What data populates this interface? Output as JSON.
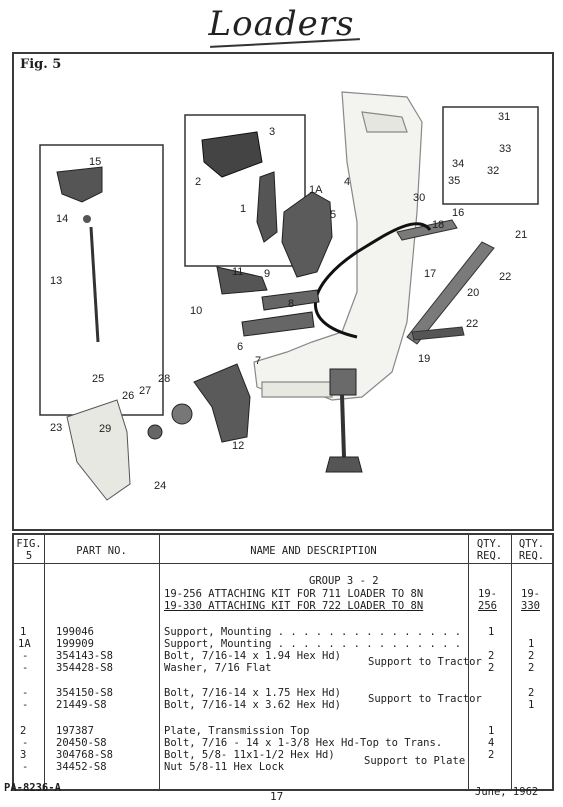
{
  "page": {
    "title": "Loaders",
    "fig_label": "Fig. 5",
    "footer_left": "PA-8236-A",
    "footer_center": "17",
    "footer_right": "June, 1962"
  },
  "diagram": {
    "callouts": [
      "1",
      "1A",
      "2",
      "3",
      "4",
      "5",
      "6",
      "7",
      "8",
      "9",
      "10",
      "11",
      "12",
      "13",
      "14",
      "15",
      "16",
      "17",
      "18",
      "19",
      "20",
      "21",
      "22",
      "22",
      "23",
      "24",
      "25",
      "26",
      "27",
      "28",
      "29",
      "30",
      "31",
      "32",
      "33",
      "34",
      "35"
    ]
  },
  "table": {
    "headers": {
      "fig": "FIG.",
      "fig_num": "5",
      "part_no": "PART NO.",
      "name": "NAME AND DESCRIPTION",
      "qty1": "QTY.",
      "qty1b": "REQ.",
      "qty2": "QTY.",
      "qty2b": "REQ."
    },
    "group_title": "GROUP 3 - 2",
    "kits": [
      {
        "text": "19-256 ATTACHING KIT FOR 711 LOADER TO 8N",
        "q1": "19-",
        "q2": ""
      },
      {
        "text": "19-330 ATTACHING KIT FOR 722 LOADER TO 8N",
        "q1": "256",
        "q2": "19-"
      }
    ],
    "kit_q2b": "330",
    "rows": [
      {
        "fig": "1",
        "part": "199046",
        "desc": "Support, Mounting . . . . . . . . . . . . . . .",
        "q1": "1",
        "q2": ""
      },
      {
        "fig": "1A",
        "part": "199909",
        "desc": "Support, Mounting . . . . . . . . . . . . . . .",
        "q1": "",
        "q2": "1"
      },
      {
        "fig": "-",
        "part": "354143-S8",
        "desc": "Bolt, 7/16-14 x 1.94 Hex Hd)",
        "q1": "2",
        "q2": "2"
      },
      {
        "fig": "-",
        "part": "354428-S8",
        "desc": "Washer, 7/16 Flat",
        "q1": "2",
        "q2": "2"
      },
      {
        "fig": "-",
        "part": "354150-S8",
        "desc": "Bolt, 7/16-14 x 1.75 Hex Hd)",
        "q1": "",
        "q2": "2"
      },
      {
        "fig": "-",
        "part": "21449-S8",
        "desc": "Bolt, 7/16-14 x 3.62 Hex Hd)",
        "q1": "",
        "q2": "1"
      },
      {
        "fig": "2",
        "part": "197387",
        "desc": "Plate, Transmission Top",
        "q1": "1",
        "q2": ""
      },
      {
        "fig": "-",
        "part": "20450-S8",
        "desc": "Bolt, 7/16 - 14 x 1-3/8 Hex Hd-Top to Trans.",
        "q1": "4",
        "q2": ""
      },
      {
        "fig": "3",
        "part": "304768-S8",
        "desc": "Bolt, 5/8- 11x1-1/2 Hex Hd)",
        "q1": "2",
        "q2": ""
      },
      {
        "fig": "-",
        "part": "34452-S8",
        "desc": "Nut 5/8-11 Hex Lock",
        "q1": "",
        "q2": ""
      }
    ],
    "brace_notes": [
      "Support to Tractor",
      "Support to Tractor",
      "Support to Plate"
    ]
  }
}
